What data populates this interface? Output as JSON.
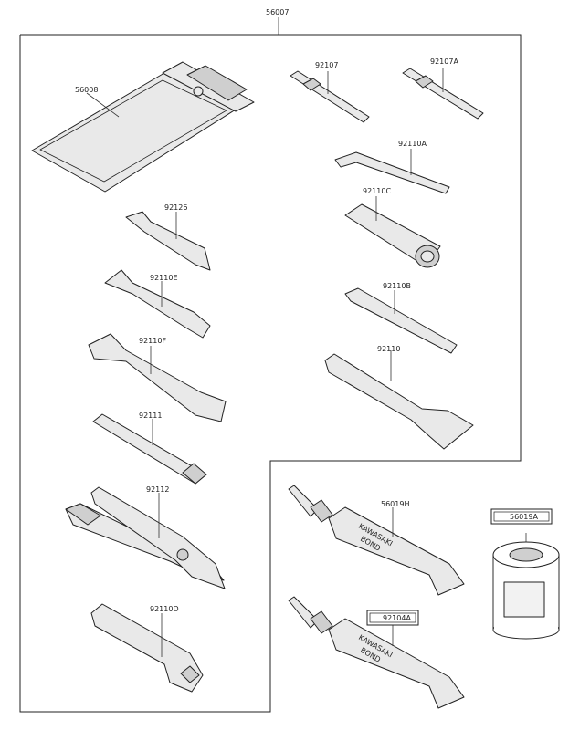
{
  "labels": {
    "kit": "56007",
    "pouch": "56008",
    "driver_a": "92107",
    "driver_b": "92107A",
    "hex_key": "92110A",
    "socket": "92110C",
    "wrench_small": "92126",
    "wrench_e": "92110E",
    "wrench_f": "92110F",
    "spoke_wrench": "92110B",
    "wrench_large": "92110",
    "extension": "92111",
    "pliers": "92112",
    "box_wrench": "92110D",
    "bond_tube_1": "56019H",
    "bond_tube_2": "92104A",
    "bond_can": "56019A"
  },
  "tube_text": {
    "brand": "KAWASAKI",
    "product": "BOND"
  }
}
